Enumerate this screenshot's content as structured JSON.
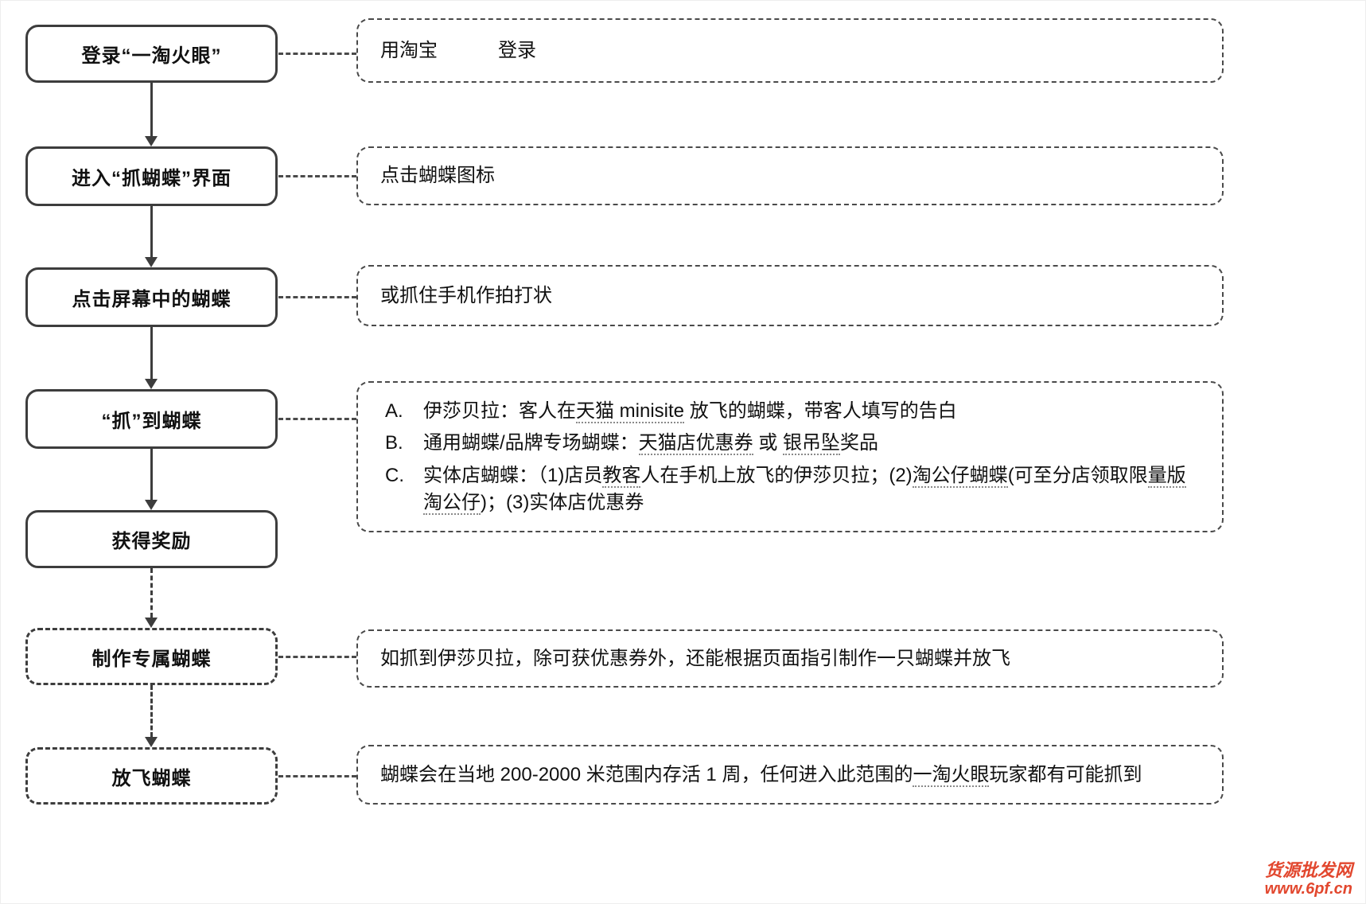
{
  "flow": {
    "steps": [
      {
        "label": "登录“一淘火眼”"
      },
      {
        "label": "进入“抓蝴蝶”界面"
      },
      {
        "label": "点击屏幕中的蝴蝶"
      },
      {
        "label": "“抓”到蝴蝶"
      },
      {
        "label": "获得奖励"
      },
      {
        "label": "制作专属蝴蝶"
      },
      {
        "label": "放飞蝴蝶"
      }
    ]
  },
  "notes": [
    {
      "seg0": "用淘宝",
      "seg1": "登录"
    },
    {
      "text": "点击蝴蝶图标"
    },
    {
      "text": "或抓住手机作拍打状"
    },
    {
      "lines": [
        {
          "marker": "A.",
          "seg0": "伊莎贝拉：客人在",
          "seg1": "天猫 minisite",
          "seg2": " 放飞的蝴蝶，带客人填写的告白"
        },
        {
          "marker": "B.",
          "seg0": "通用蝴蝶/品牌专场蝴蝶：",
          "seg1": "天猫店优惠券",
          "seg2": " 或 ",
          "seg3": "银吊坠",
          "seg4": "奖品"
        },
        {
          "marker": "C.",
          "seg0": "实体店蝴蝶：（1)店员",
          "seg1": "教客",
          "seg2": "人在手机上放飞的伊莎贝拉；(2)",
          "seg3": "淘公仔蝴蝶",
          "seg4": "(可至分店领取限",
          "seg5": "量版淘公仔",
          "seg6": ")；(3)实体店优惠券"
        }
      ]
    },
    {
      "text": "如抓到伊莎贝拉，除可获优惠券外，还能根据页面指引制作一只蝴蝶并放飞"
    },
    {
      "seg0": "蝴蝶会在当地 200-2000 米范围内存活 1 周，任何进入此范围的",
      "seg1": "一淘火眼",
      "seg2": "玩家都有可能抓到"
    }
  ],
  "watermark": {
    "line1": "货源批发网",
    "line2": "www.6pf.cn",
    "color": "#e2472e"
  }
}
